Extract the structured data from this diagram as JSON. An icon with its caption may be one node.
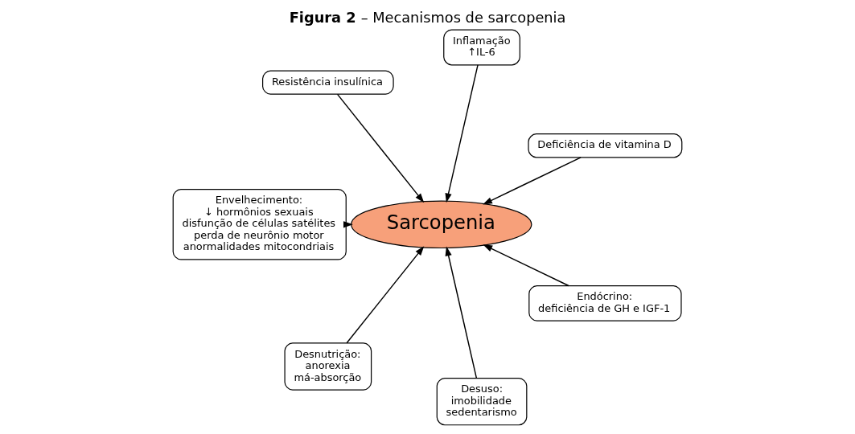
{
  "diagram": {
    "title": "**Figura 2** – Mecanismos de sarcopenia",
    "nodes": [
      {
        "text": [
          "Deficiência de vitamina D"
        ]
      },
      {
        "text": [
          "Inflamação",
          "↑IL-6"
        ]
      },
      {
        "text": [
          "Resistência insulínica"
        ]
      },
      {
        "text": [
          "Envelhecimento:",
          "↓ hormônios sexuais",
          "disfunção de células satélites",
          "perda de neurônio motor",
          "anormalidades mitocondriais"
        ]
      },
      {
        "text": [
          "Sarcopenia"
        ]
      },
      {
        "text": [
          "Desnutrição:",
          "anorexia",
          "má-absorção"
        ]
      },
      {
        "text": [
          "Desuso:",
          "imobilidade",
          "sedentarismo"
        ]
      },
      {
        "text": [
          "Endócrino:",
          "deficiência de GH e IGF-1"
        ]
      }
    ],
    "edges": [
      {
        "from": 1,
        "to": 4,
        "arrow": "to"
      },
      {
        "from": 0,
        "to": 4,
        "arrow": "to"
      },
      {
        "from": 2,
        "to": 4,
        "arrow": "to"
      },
      {
        "from": 3,
        "to": 4,
        "arrow": "to"
      },
      {
        "from": 5,
        "to": 4,
        "arrow": "to"
      },
      {
        "from": 6,
        "to": 4,
        "arrow": "to"
      },
      {
        "from": 7,
        "to": 4,
        "arrow": "to"
      }
    ]
  }
}
